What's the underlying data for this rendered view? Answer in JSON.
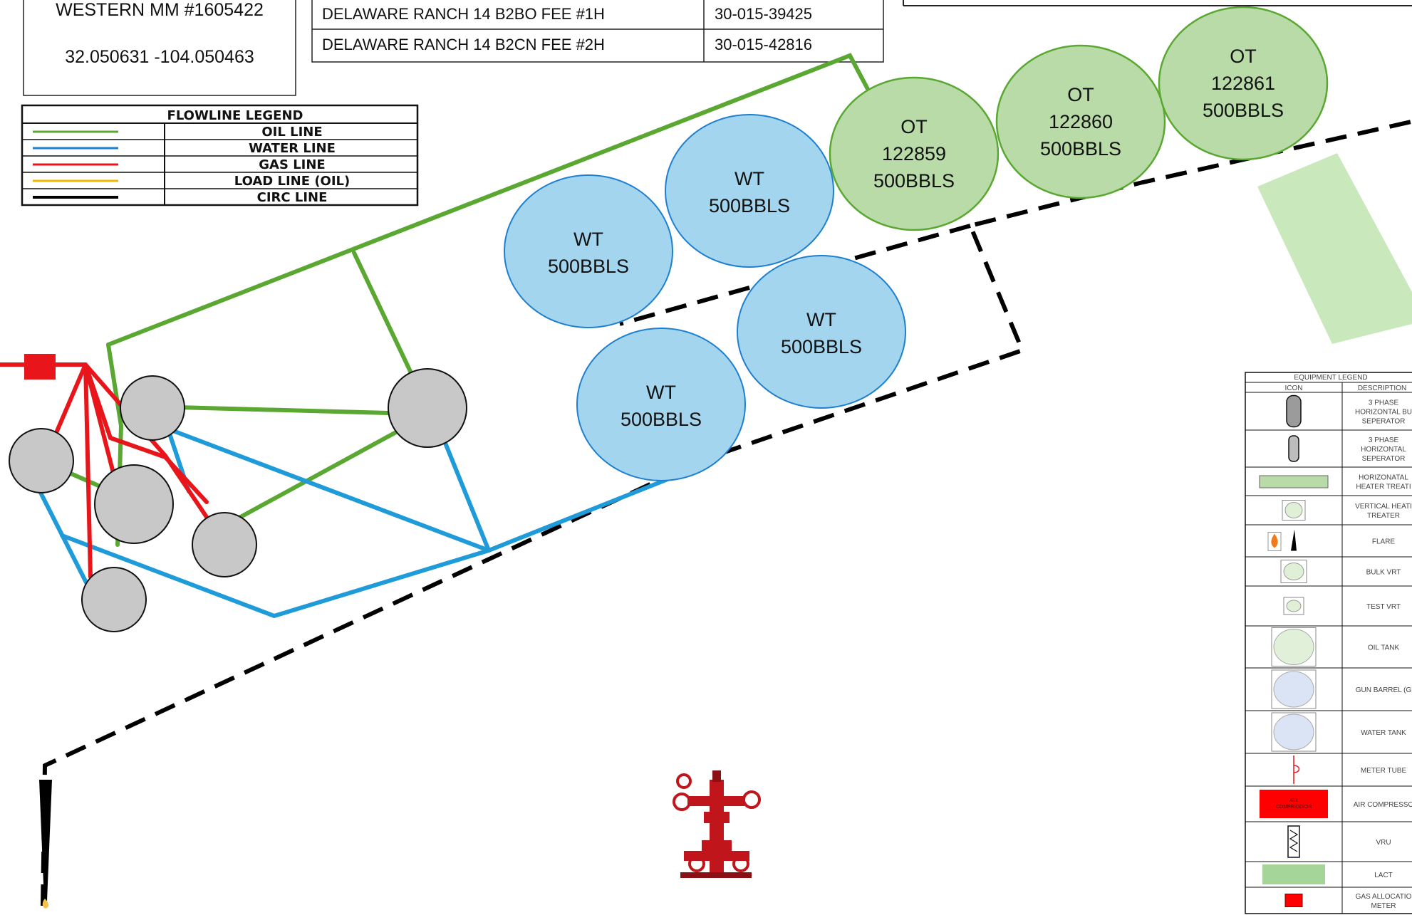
{
  "site_box": {
    "name": "WESTERN MM #1605422",
    "coords": "32.050631 -104.050463"
  },
  "wells_table": {
    "rows": [
      {
        "well": "DELAWARE RANCH 14 B2BO FEE #1H",
        "api": "30-015-39425"
      },
      {
        "well": "DELAWARE RANCH 14 B2CN FEE #2H",
        "api": "30-015-42816"
      }
    ]
  },
  "flowline_legend": {
    "title": "FLOWLINE LEGEND",
    "items": [
      {
        "label": "OIL LINE",
        "color": "#5aa832"
      },
      {
        "label": "WATER LINE",
        "color": "#1e7fd0"
      },
      {
        "label": "GAS LINE",
        "color": "#e8161b"
      },
      {
        "label": "LOAD LINE (OIL)",
        "color": "#f5b800"
      },
      {
        "label": "CIRC LINE",
        "color": "#000000"
      }
    ]
  },
  "tanks": {
    "oil": [
      {
        "type": "OT",
        "number": "122859",
        "capacity": "500BBLS"
      },
      {
        "type": "OT",
        "number": "122860",
        "capacity": "500BBLS"
      },
      {
        "type": "OT",
        "number": "122861",
        "capacity": "500BBLS"
      }
    ],
    "water": [
      {
        "type": "WT",
        "capacity": "500BBLS"
      },
      {
        "type": "WT",
        "capacity": "500BBLS"
      },
      {
        "type": "WT",
        "capacity": "500BBLS"
      },
      {
        "type": "WT",
        "capacity": "500BBLS"
      }
    ]
  },
  "equipment_legend": {
    "title": "EQUIPMENT LEGEND",
    "col_icon": "ICON",
    "col_desc": "DESCRIPTION",
    "rows": [
      {
        "icon": "three-phase-bulk-separator-icon",
        "desc": [
          "3 PHASE",
          "HORIZONTAL BU",
          "SEPERATOR"
        ]
      },
      {
        "icon": "three-phase-separator-icon",
        "desc": [
          "3 PHASE",
          "HORIZONTAL",
          "SEPERATOR"
        ]
      },
      {
        "icon": "horizontal-heater-treater-icon",
        "desc": [
          "HORIZONATAL",
          "HEATER TREATI"
        ]
      },
      {
        "icon": "vertical-heater-treater-icon",
        "desc": [
          "VERTICAL HEATI",
          "TREATER"
        ]
      },
      {
        "icon": "flare-icon",
        "desc": [
          "FLARE"
        ]
      },
      {
        "icon": "bulk-vrt-icon",
        "desc": [
          "BULK VRT"
        ]
      },
      {
        "icon": "test-vrt-icon",
        "desc": [
          "TEST VRT"
        ]
      },
      {
        "icon": "oil-tank-icon",
        "desc": [
          "OIL TANK"
        ]
      },
      {
        "icon": "gun-barrel-icon",
        "desc": [
          "GUN BARREL (G"
        ]
      },
      {
        "icon": "water-tank-icon",
        "desc": [
          "WATER TANK"
        ]
      },
      {
        "icon": "meter-tube-icon",
        "desc": [
          "METER TUBE"
        ]
      },
      {
        "icon": "air-compressor-icon",
        "desc": [
          "AIR COMPRESSO"
        ],
        "icon_text": [
          "AIR",
          "COMPRESSOR"
        ]
      },
      {
        "icon": "vru-icon",
        "desc": [
          "VRU"
        ]
      },
      {
        "icon": "lact-icon",
        "desc": [
          "LACT"
        ]
      },
      {
        "icon": "gas-allocation-meter-icon",
        "desc": [
          "GAS ALLOCATIO",
          "METER"
        ]
      }
    ]
  },
  "colors": {
    "oil_tank_fill": "#b8dba8",
    "oil_tank_stroke": "#5aa832",
    "water_tank_fill": "#a3d6ee",
    "water_tank_stroke": "#1e7fd0",
    "vessel_fill": "#c8c8c8",
    "oil_line": "#5aa832",
    "water_line": "#1e9bd8",
    "gas_line": "#e8161b",
    "circ_line": "#000000",
    "lact_fill": "#c9e9bd"
  }
}
